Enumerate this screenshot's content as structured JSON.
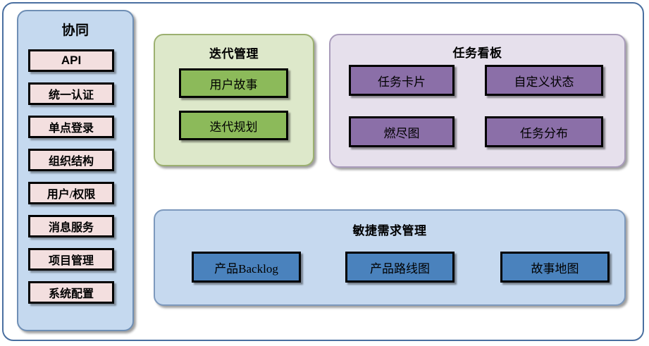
{
  "diagram": {
    "title_text": "",
    "colors": {
      "frame_border": "#4a6fa0",
      "collab_panel_bg": "#c5d9ef",
      "collab_item_bg": "#f3dfdf",
      "iteration_panel_bg": "#dde8ca",
      "iteration_box_bg": "#8cba5a",
      "taskboard_panel_bg": "#e6e0ec",
      "taskboard_box_bg": "#8b6fa8",
      "agile_panel_bg": "#c6d9ef",
      "agile_box_bg": "#4a82bd",
      "box_border": "#000000"
    }
  },
  "collaboration": {
    "title": "协同",
    "items": [
      {
        "label": "API"
      },
      {
        "label": "统一认证"
      },
      {
        "label": "单点登录"
      },
      {
        "label": "组织结构"
      },
      {
        "label": "用户/权限"
      },
      {
        "label": "消息服务"
      },
      {
        "label": "项目管理"
      },
      {
        "label": "系统配置"
      }
    ]
  },
  "iteration": {
    "title": "迭代管理",
    "items": [
      {
        "label": "用户故事"
      },
      {
        "label": "迭代规划"
      }
    ]
  },
  "taskboard": {
    "title": "任务看板",
    "items": [
      {
        "label": "任务卡片"
      },
      {
        "label": "自定义状态"
      },
      {
        "label": "燃尽图"
      },
      {
        "label": "任务分布"
      }
    ]
  },
  "agile": {
    "title": "敏捷需求管理",
    "items": [
      {
        "label": "产品Backlog"
      },
      {
        "label": "产品路线图"
      },
      {
        "label": "故事地图"
      }
    ]
  }
}
